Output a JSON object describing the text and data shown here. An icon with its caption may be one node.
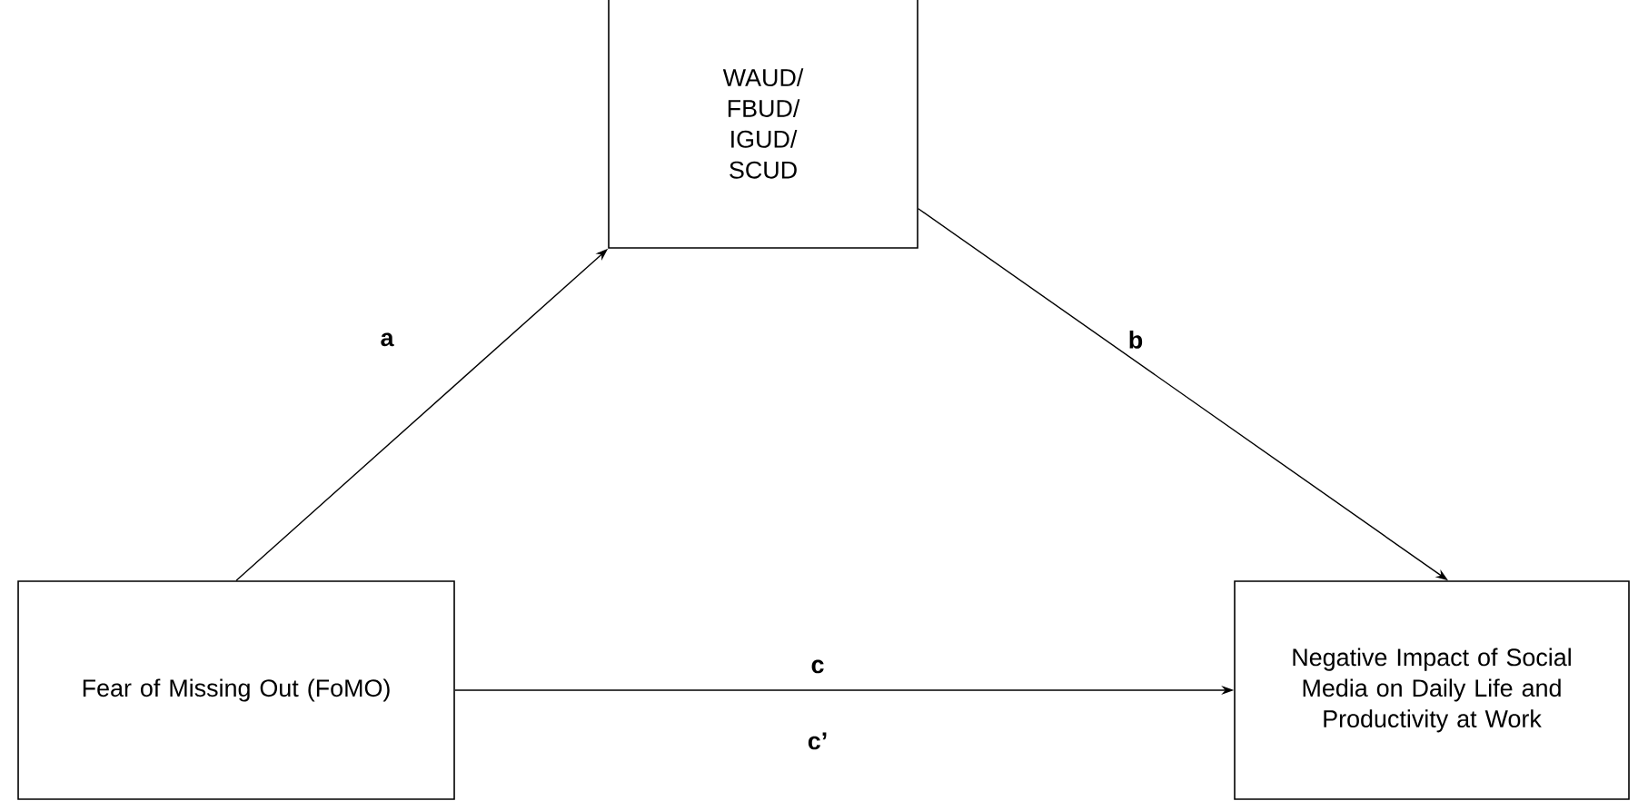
{
  "diagram": {
    "nodes": [
      {
        "text": [
          "WAUD/ FBUD/ IGUD/ SCUD"
        ]
      },
      {
        "text": [
          "Fear of Missing Out (FoMO)"
        ]
      },
      {
        "text": [
          "Negative Impact of Social Media on Daily Life and Productivity at Work"
        ]
      }
    ],
    "edges": [
      {
        "from": 1,
        "to": 0,
        "arrow": "to",
        "label": "a"
      },
      {
        "from": 0,
        "to": 2,
        "arrow": "to",
        "label": "b"
      },
      {
        "from": 1,
        "to": 2,
        "arrow": "to",
        "label": "c"
      }
    ],
    "labels": [
      "c’"
    ]
  }
}
